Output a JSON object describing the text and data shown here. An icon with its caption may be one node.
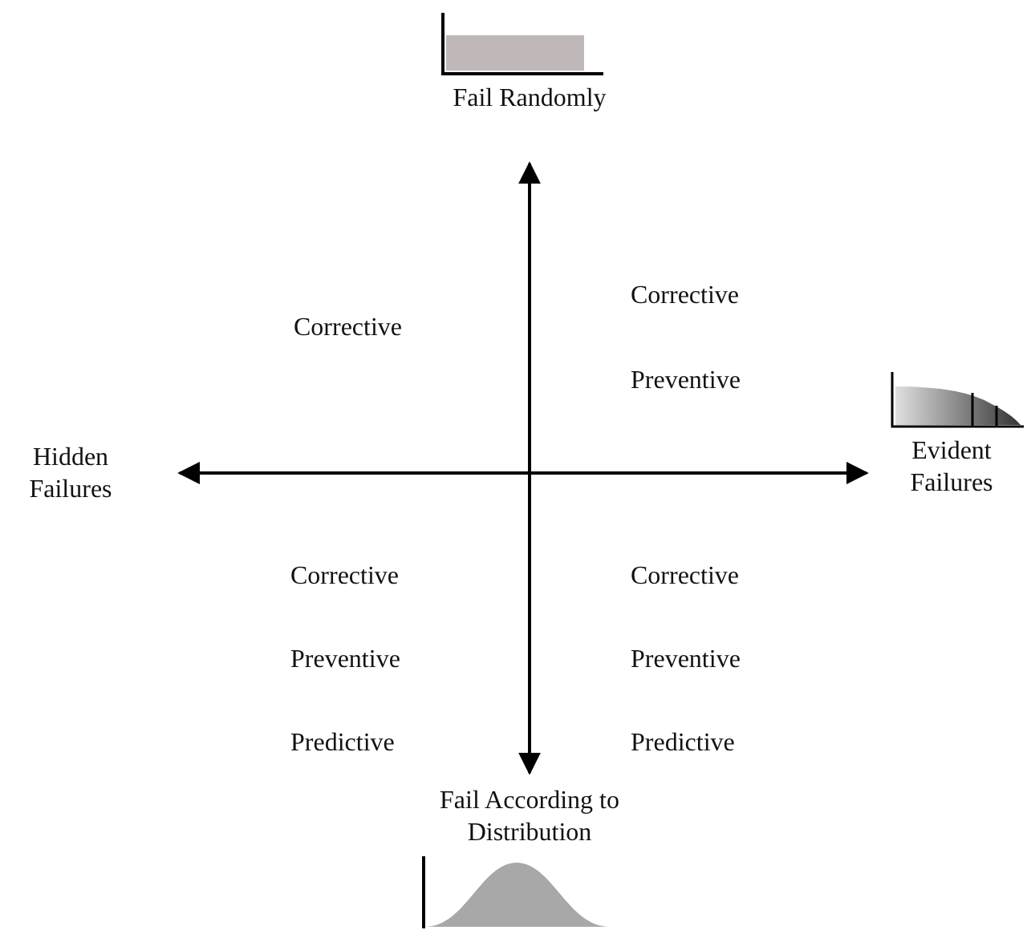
{
  "diagram": {
    "labels": [
      "Fail Randomly",
      "Corrective",
      "Corrective",
      "Preventive",
      "Hidden Failures",
      "Evident Failures",
      "Corrective",
      "Corrective",
      "Preventive",
      "Preventive",
      "Predictive",
      "Predictive",
      "Fail According to Distribution"
    ]
  }
}
